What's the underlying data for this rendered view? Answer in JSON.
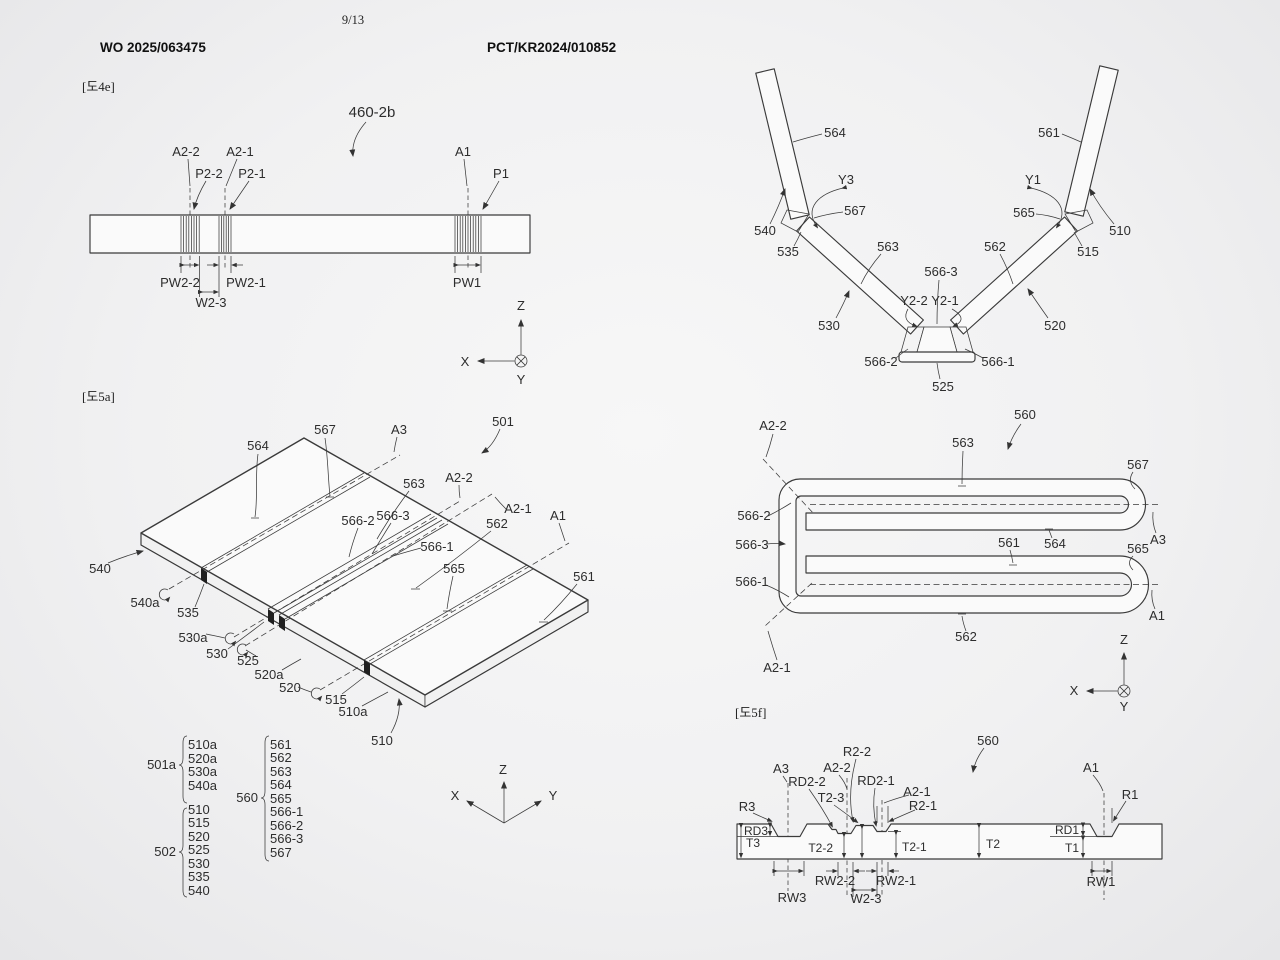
{
  "page": {
    "page_number": "9/13",
    "doc_number": "WO 2025/063475",
    "pct_number": "PCT/KR2024/010852"
  },
  "fig4e": {
    "caption": "[도4e]",
    "ref": "460-2b",
    "labels": {
      "a2_2": "A2-2",
      "a2_1": "A2-1",
      "p2_2": "P2-2",
      "p2_1": "P2-1",
      "a1": "A1",
      "p1": "P1",
      "pw2_2": "PW2-2",
      "pw2_1": "PW2-1",
      "w2_3": "W2-3",
      "pw1": "PW1"
    },
    "axis": {
      "z": "Z",
      "x": "X",
      "y": "Y"
    }
  },
  "figv": {
    "labels": {
      "n564": "564",
      "n561": "561",
      "y3": "Y3",
      "y1": "Y1",
      "n567": "567",
      "n565": "565",
      "n540": "540",
      "n510": "510",
      "n535": "535",
      "n515": "515",
      "n563": "563",
      "n562": "562",
      "n530": "530",
      "n520": "520",
      "n566_3": "566-3",
      "y2_2": "Y2-2",
      "y2_1": "Y2-1",
      "n566_2": "566-2",
      "n566_1": "566-1",
      "n525": "525"
    }
  },
  "fig5a": {
    "caption": "[도5a]",
    "labels": {
      "n501": "501",
      "n564": "564",
      "n567": "567",
      "a3": "A3",
      "a2_2": "A2-2",
      "a2_1": "A2-1",
      "n563": "563",
      "n566_2": "566-2",
      "n566_3": "566-3",
      "n566_1": "566-1",
      "n562": "562",
      "a1": "A1",
      "n565": "565",
      "n561": "561",
      "n540": "540",
      "n540a": "540a",
      "n535": "535",
      "n530a": "530a",
      "n530": "530",
      "n525": "525",
      "n520a": "520a",
      "n520": "520",
      "n515": "515",
      "n510a": "510a",
      "n510": "510"
    },
    "legend": [
      {
        "label": "501a",
        "items": [
          "510a",
          "520a",
          "530a",
          "540a"
        ]
      },
      {
        "label": "502",
        "items": [
          "510",
          "515",
          "520",
          "525",
          "530",
          "535",
          "540"
        ]
      },
      {
        "label": "560",
        "items": [
          "561",
          "562",
          "563",
          "564",
          "565",
          "566-1",
          "566-2",
          "566-3",
          "567"
        ]
      }
    ],
    "axis": {
      "z": "Z",
      "x": "X",
      "y": "Y"
    }
  },
  "figfold": {
    "labels": {
      "n560": "560",
      "n563": "563",
      "n567": "567",
      "a3": "A3",
      "n565": "565",
      "a1": "A1",
      "n561": "561",
      "n564": "564",
      "n562": "562",
      "n566_2": "566-2",
      "n566_3": "566-3",
      "n566_1": "566-1",
      "a2_2": "A2-2",
      "a2_1": "A2-1"
    },
    "axis": {
      "z": "Z",
      "x": "X",
      "y": "Y"
    }
  },
  "fig5f": {
    "caption": "[도5f]",
    "labels": {
      "n560": "560",
      "r3": "R3",
      "a3": "A3",
      "rd2_2": "RD2-2",
      "t2_3": "T2-3",
      "a2_2": "A2-2",
      "r2_2": "R2-2",
      "rd2_1": "RD2-1",
      "a2_1": "A2-1",
      "r2_1": "R2-1",
      "a1": "A1",
      "r1": "R1",
      "rd3": "RD3",
      "t3": "T3",
      "t2_2": "T2-2",
      "t2_1": "T2-1",
      "t2": "T2",
      "rd1": "RD1",
      "t1": "T1",
      "rw3": "RW3",
      "rw2_2": "RW2-2",
      "rw2_1": "RW2-1",
      "w2_3": "W2-3",
      "rw1": "RW1"
    }
  }
}
